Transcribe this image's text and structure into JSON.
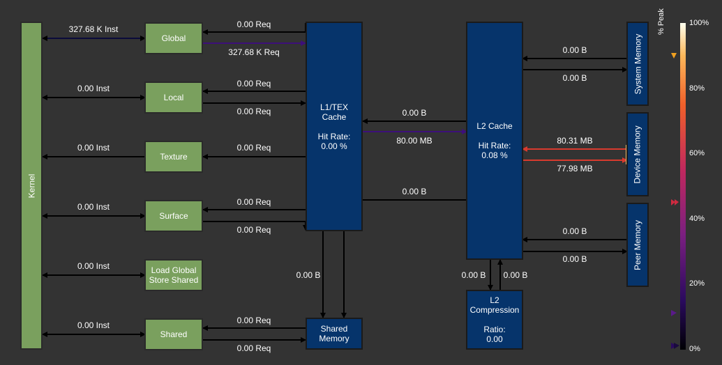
{
  "units": {
    "kernel": "Kernel",
    "global": "Global",
    "local": "Local",
    "texture": "Texture",
    "surface": "Surface",
    "load_global": "Load Global\nStore Shared",
    "shared": "Shared",
    "l1": "L1/TEX\nCache\n\nHit Rate:\n0.00 %",
    "shared_memory": "Shared\nMemory",
    "l2": "L2 Cache\n\nHit Rate:\n0.08 %",
    "l2_compression": "L2\nCompression\n\nRatio:\n0.00",
    "system_memory": "System Memory",
    "device_memory": "Device Memory",
    "peer_memory": "Peer Memory"
  },
  "labels": {
    "global_inst": "327.68 K Inst",
    "global_req_in": "0.00 Req",
    "global_req_out": "327.68 K Req",
    "local_inst": "0.00 Inst",
    "local_req_in": "0.00 Req",
    "local_req_out": "0.00 Req",
    "texture_inst": "0.00 Inst",
    "texture_req": "0.00 Req",
    "surface_inst": "0.00 Inst",
    "surface_req_in": "0.00 Req",
    "surface_req_out": "0.00 Req",
    "load_global_inst": "0.00 Inst",
    "shared_inst": "0.00 Inst",
    "shared_req_in": "0.00 Req",
    "shared_req_out": "0.00 Req",
    "l1_l2_in": "0.00 B",
    "l1_l2_out": "80.00 MB",
    "l2_shared": "0.00 B",
    "l1_shared": "0.00 B",
    "l2_comp_in": "0.00 B",
    "l2_comp_out": "0.00 B",
    "sys_in": "0.00 B",
    "sys_out": "0.00 B",
    "dev_in": "80.31 MB",
    "dev_out": "77.98 MB",
    "peer_in": "0.00 B",
    "peer_out": "0.00 B"
  },
  "scale": {
    "title": "% Peak",
    "ticks": [
      "100%",
      "80%",
      "60%",
      "40%",
      "20%",
      "0%"
    ]
  },
  "colors": {
    "green": "#7aa05e",
    "blue": "#06346b",
    "arrow": "#000000",
    "purple_arrow": "#3d0f7a",
    "red_arrow": "#d93a2e"
  }
}
